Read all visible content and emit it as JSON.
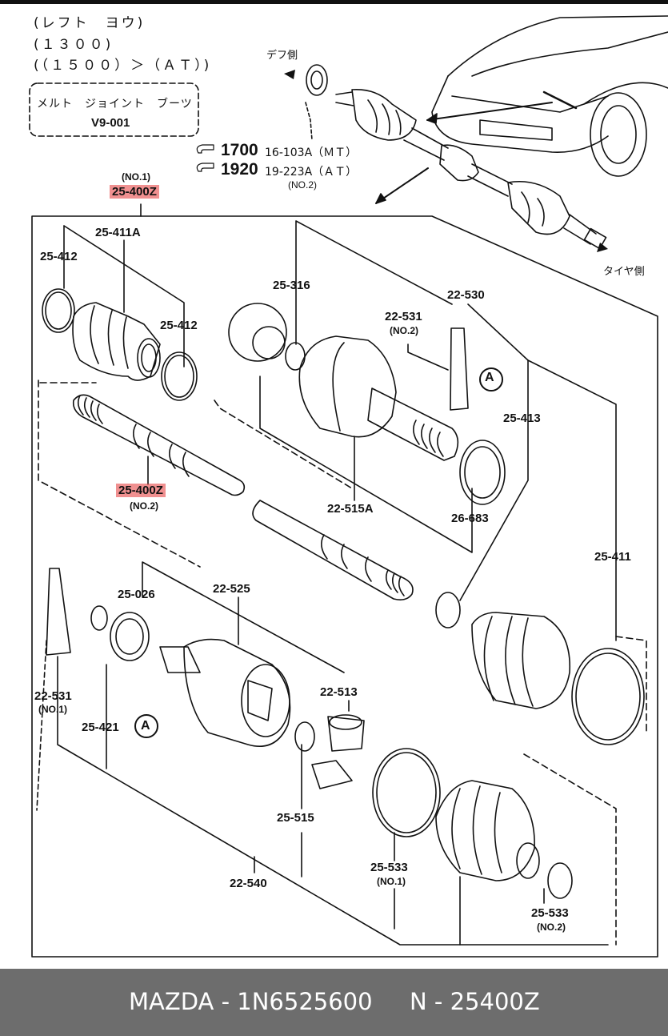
{
  "header": {
    "line1": "(レフト　ヨウ)",
    "line2": "(１３００)",
    "line3": "(（１５００）＞（ＡＴ）)",
    "box_line1": "メルト　ジョイント　ブーツ",
    "box_line2": "V9-001"
  },
  "vehicle": {
    "diff_side": "デフ側",
    "tire_side": "タイヤ側",
    "ref1_num": "1700",
    "ref1_code": "16-103A（ＭＴ）",
    "ref2_num": "1920",
    "ref2_code": "19-223A（ＡＴ）",
    "ref2_sub": "(NO.2)"
  },
  "labels": {
    "p25_400z_1_sub": "(NO.1)",
    "p25_400z_1": "25-400Z",
    "p25_411a": "25-411A",
    "p25_412_a": "25-412",
    "p25_412_b": "25-412",
    "p25_316": "25-316",
    "p22_530": "22-530",
    "p22_531_2": "22-531",
    "p22_531_2_sub": "(NO.2)",
    "p25_413": "25-413",
    "p25_400z_2": "25-400Z",
    "p25_400z_2_sub": "(NO.2)",
    "p22_515a": "22-515A",
    "p26_683": "26-683",
    "p25_411": "25-411",
    "p25_026": "25-026",
    "p22_525": "22-525",
    "p22_531_1": "22-531",
    "p22_531_1_sub": "(NO.1)",
    "p25_421": "25-421",
    "p22_513": "22-513",
    "p25_515": "25-515",
    "p22_540": "22-540",
    "p25_533_1": "25-533",
    "p25_533_1_sub": "(NO.1)",
    "p25_533_2": "25-533",
    "p25_533_2_sub": "(NO.2)",
    "mark_a_1": "A",
    "mark_a_2": "A"
  },
  "colors": {
    "highlight": "#e74c4c",
    "footer_bg": "#6d6d6d",
    "footer_text": "#ffffff"
  },
  "footer": {
    "brand_part": "MAZDA - 1N6525600",
    "ref": "N - 25400Z"
  }
}
